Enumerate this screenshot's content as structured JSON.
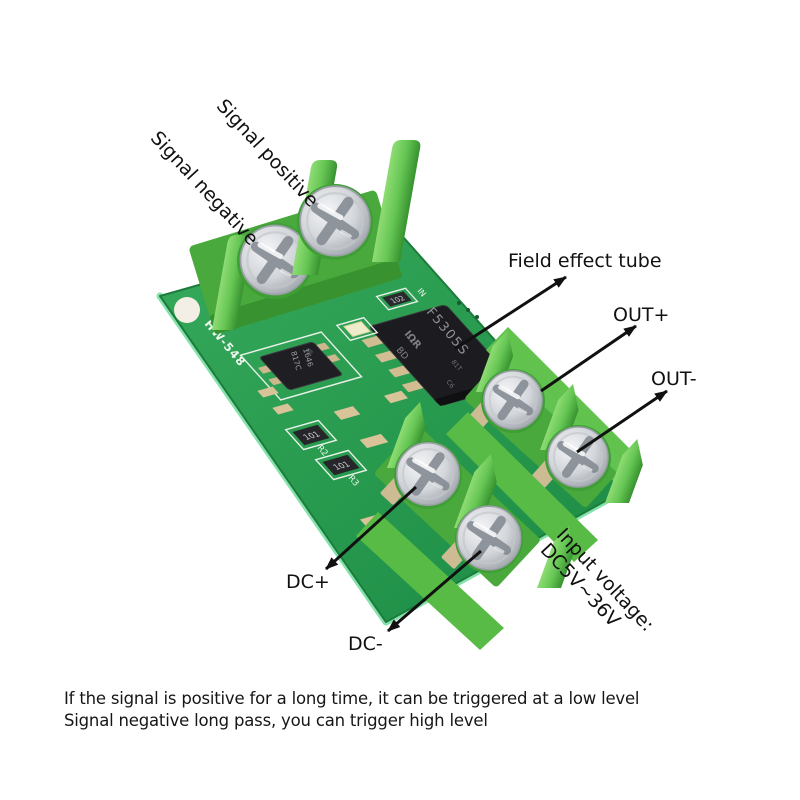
{
  "annotations": {
    "signal_positive": "Signal positive",
    "signal_negative": "Signal negative",
    "field_effect_tube": "Field effect tube",
    "out_plus": "OUT+",
    "out_minus": "OUT-",
    "dc_plus": "DC+",
    "dc_minus": "DC-",
    "input_voltage_line1": "Input voltage:",
    "input_voltage_line2": "DC5V~36V"
  },
  "caption": {
    "line1": "If the signal is positive for a long time, it can be triggered at a low level",
    "line2": "Signal negative long pass, you can trigger high level"
  },
  "board": {
    "model": "HW-548",
    "labels": {
      "r2": "R2",
      "r3": "R3",
      "in": "IN"
    },
    "resistors": {
      "r102": "102",
      "r101_a": "101",
      "r101_b": "101"
    },
    "mosfet": {
      "part": "F5305S",
      "logo": "IΩR",
      "line2": "BD",
      "small1": "81T",
      "small2": "C6"
    },
    "optocoupler": {
      "line1": "817C",
      "line2": "1646"
    }
  },
  "colors": {
    "background": "#ffffff",
    "pcb_green": "#2f9e53",
    "pcb_edge_light": "#84e2ac",
    "terminal_green": "#66c654",
    "terminal_dark": "#3f9e36",
    "screw_silver": "#d4d6d9",
    "chip_black": "#1c1c20",
    "annotation_ink": "#111111"
  }
}
